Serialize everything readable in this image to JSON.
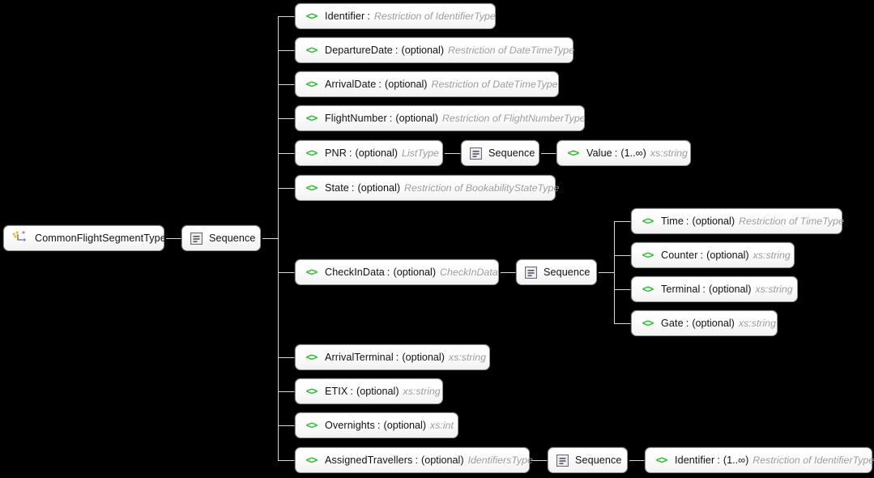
{
  "diagram": {
    "title": "CommonFlightSegmentType",
    "background_color": "#000000",
    "node_fill": "#ffffff",
    "node_border": "#8f8f8f",
    "connector_color": "#d8d8d8",
    "element_icon_color": "#2ebd2e",
    "type_text_color": "#9d9d9d"
  },
  "icons": {
    "element": "element-icon",
    "sequence": "sequence-icon",
    "complex_type": "complex-type-icon"
  },
  "root": {
    "label": "CommonFlightSegmentType",
    "icon": "complex-type-icon"
  },
  "root_sequence": {
    "label": "Sequence",
    "icon": "sequence-icon"
  },
  "children": [
    {
      "name": "Identifier",
      "sep": ":",
      "occurrence": "",
      "type": "Restriction of IdentifierType"
    },
    {
      "name": "DepartureDate",
      "sep": ":",
      "occurrence": "(optional)",
      "type": "Restriction of DateTimeType"
    },
    {
      "name": "ArrivalDate",
      "sep": ":",
      "occurrence": "(optional)",
      "type": "Restriction of DateTimeType"
    },
    {
      "name": "FlightNumber",
      "sep": ":",
      "occurrence": "(optional)",
      "type": "Restriction of FlightNumberType"
    },
    {
      "name": "PNR",
      "sep": ":",
      "occurrence": "(optional)",
      "type": "ListType"
    },
    {
      "name": "State",
      "sep": ":",
      "occurrence": "(optional)",
      "type": "Restriction of BookabilityStateType"
    },
    {
      "name": "CheckInData",
      "sep": ":",
      "occurrence": "(optional)",
      "type": "CheckInData"
    },
    {
      "name": "ArrivalTerminal",
      "sep": ":",
      "occurrence": "(optional)",
      "type": "xs:string"
    },
    {
      "name": "ETIX",
      "sep": ":",
      "occurrence": "(optional)",
      "type": "xs:string"
    },
    {
      "name": "Overnights",
      "sep": ":",
      "occurrence": "(optional)",
      "type": "xs:int"
    },
    {
      "name": "AssignedTravellers",
      "sep": ":",
      "occurrence": "(optional)",
      "type": "IdentifiersType"
    }
  ],
  "pnr_branch": {
    "sequence_label": "Sequence",
    "child": {
      "name": "Value",
      "sep": ":",
      "occurrence": "(1..∞)",
      "type": "xs:string"
    }
  },
  "checkin_branch": {
    "sequence_label": "Sequence",
    "children": [
      {
        "name": "Time",
        "sep": ":",
        "occurrence": "(optional)",
        "type": "Restriction of TimeType"
      },
      {
        "name": "Counter",
        "sep": ":",
        "occurrence": "(optional)",
        "type": "xs:string"
      },
      {
        "name": "Terminal",
        "sep": ":",
        "occurrence": "(optional)",
        "type": "xs:string"
      },
      {
        "name": "Gate",
        "sep": ":",
        "occurrence": "(optional)",
        "type": "xs:string"
      }
    ]
  },
  "travellers_branch": {
    "sequence_label": "Sequence",
    "child": {
      "name": "Identifier",
      "sep": ":",
      "occurrence": "(1..∞)",
      "type": "Restriction of IdentifierType"
    }
  }
}
